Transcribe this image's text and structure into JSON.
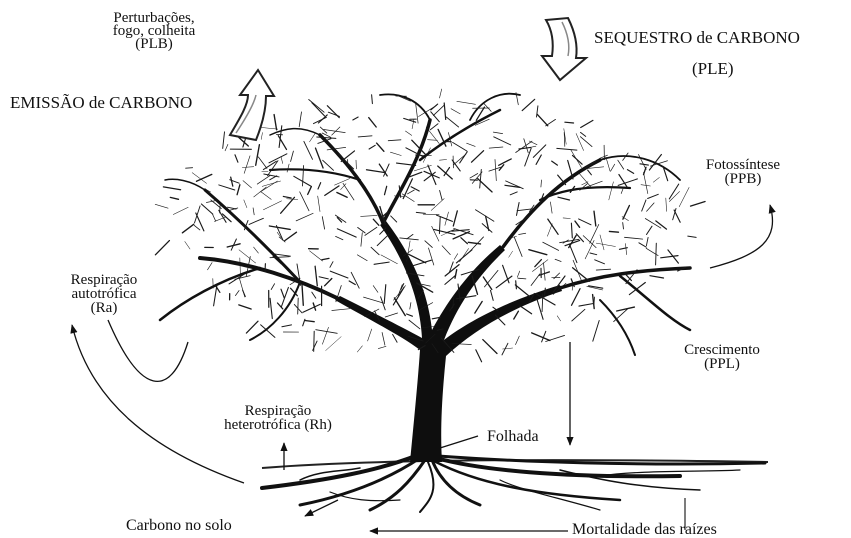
{
  "labels": {
    "disturbances": [
      "Perturbações,",
      "fogo, colheita",
      "(PLB)"
    ],
    "carbon_emission": "EMISSÃO de CARBONO",
    "carbon_sequestration": "SEQUESTRO de CARBONO",
    "ple": "(PLE)",
    "photosynthesis": [
      "Fotossíntese",
      "(PPB)"
    ],
    "autotrophic_respiration": [
      "Respiração",
      "autotrófica",
      "(Ra)"
    ],
    "growth": [
      "Crescimento",
      "(PPL)"
    ],
    "heterotrophic_respiration": [
      "Respiração",
      "heterotrófica (Rh)"
    ],
    "litter": "Folhada",
    "soil_carbon": "Carbono no solo",
    "root_mortality": "Mortalidade das raízes"
  },
  "colors": {
    "ink": "#111111",
    "arrow_fill": "#ffffff",
    "tree": "#0e0e0e"
  }
}
